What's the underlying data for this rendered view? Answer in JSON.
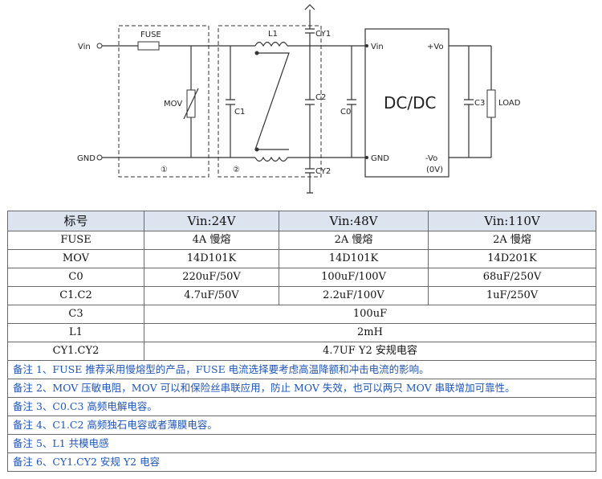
{
  "schematic": {
    "labels": {
      "vin": "Vin",
      "gnd": "GND",
      "fuse": "FUSE",
      "mov": "MOV",
      "l1": "L1",
      "c1": "C1",
      "c2": "C2",
      "cy1": "CY1",
      "cy2": "CY2",
      "c0": "C0",
      "block_vin": "Vin",
      "block_gnd": "GND",
      "dcdc": "DC/DC",
      "vo_pos": "+Vo",
      "vo_neg": "-Vo",
      "zero_v": "(0V)",
      "c3": "C3",
      "load": "LOAD",
      "section1": "①",
      "section2": "②"
    }
  },
  "table": {
    "headers": [
      "标号",
      "Vin:24V",
      "Vin:48V",
      "Vin:110V"
    ],
    "rows": [
      [
        "FUSE",
        "4A 慢熔",
        "2A 慢熔",
        "2A 慢熔"
      ],
      [
        "MOV",
        "14D101K",
        "14D101K",
        "14D201K"
      ],
      [
        "C0",
        "220uF/50V",
        "100uF/100V",
        "68uF/250V"
      ],
      [
        "C1.C2",
        "4.7uF/50V",
        "2.2uF/100V",
        "1uF/250V"
      ]
    ],
    "merged_rows": [
      [
        "C3",
        "100uF"
      ],
      [
        "L1",
        "2mH"
      ],
      [
        "CY1.CY2",
        "4.7UF Y2 安规电容"
      ]
    ],
    "notes": [
      "备注 1、FUSE 推荐采用慢熔型的产品，FUSE 电流选择要考虑高温降额和冲击电流的影响。",
      "备注 2、MOV 压敏电阻，MOV 可以和保险丝串联应用，防止 MOV 失效，也可以两只 MOV 串联增加可靠性。",
      "备注 3、C0.C3 高频电解电容。",
      "备注 4、C1.C2 高频独石电容或者薄膜电容。",
      "备注 5、L1 共模电感",
      "备注 6、CY1.CY2 安规 Y2 电容"
    ]
  }
}
